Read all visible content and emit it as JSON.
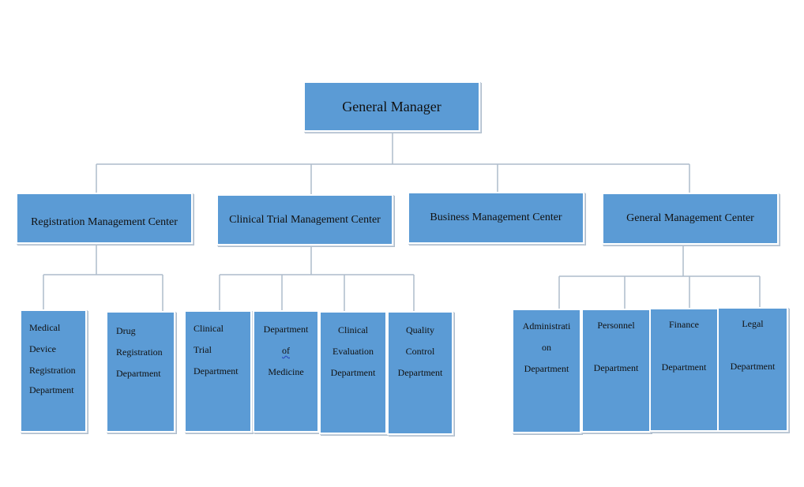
{
  "chart": {
    "root": {
      "label": "General Manager"
    },
    "centers": [
      {
        "id": "registration",
        "label": "Registration Management Center"
      },
      {
        "id": "clinical",
        "label": "Clinical Trial Management Center"
      },
      {
        "id": "business",
        "label": "Business Management Center"
      },
      {
        "id": "general",
        "label": "General Management Center"
      }
    ],
    "departments": {
      "registration": [
        {
          "lines": [
            "Medical",
            "Device",
            "Registration",
            "Department"
          ]
        },
        {
          "lines": [
            "Drug",
            "Registration",
            "Department"
          ]
        }
      ],
      "clinical": [
        {
          "lines": [
            "Clinical",
            "Trial",
            "Department"
          ]
        },
        {
          "lines": [
            "Department",
            "of",
            "Medicine"
          ]
        },
        {
          "lines": [
            "Clinical",
            "Evaluation",
            "Department"
          ]
        },
        {
          "lines": [
            "Quality",
            "Control",
            "Department"
          ]
        }
      ],
      "general": [
        {
          "lines": [
            "Administrati",
            "on",
            "Department"
          ]
        },
        {
          "lines": [
            "Personnel",
            "",
            "Department"
          ]
        },
        {
          "lines": [
            "Finance",
            "",
            "Department"
          ]
        },
        {
          "lines": [
            "Legal",
            "",
            "Department"
          ]
        }
      ]
    },
    "colors": {
      "box_fill": "#5b9bd5",
      "connector": "#aebccb"
    }
  }
}
